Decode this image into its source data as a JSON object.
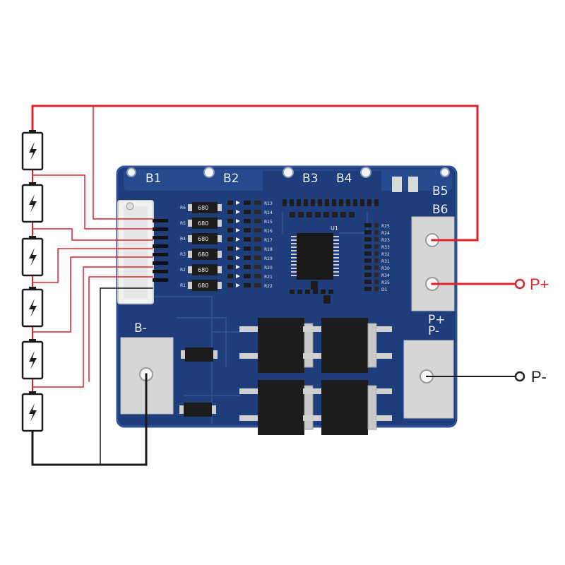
{
  "pads_top": [
    "B1",
    "B2",
    "B3",
    "B4",
    "B5",
    "B6"
  ],
  "pads_bottom": [
    "P+",
    "P-",
    "B-"
  ],
  "terminals": [
    {
      "label": "P+",
      "color": "#d6262c"
    },
    {
      "label": "P-",
      "color": "#222222"
    }
  ],
  "cells": {
    "count": 6,
    "icon": "lightning-bolt-icon"
  },
  "resistor_code": "680",
  "ic_label": "U1",
  "component_labels_left": [
    "R6",
    "R5",
    "R4",
    "R3",
    "R2",
    "R1"
  ],
  "component_labels_mid": [
    "R13",
    "R14",
    "R15",
    "R16",
    "R17",
    "R18",
    "R19",
    "R20",
    "R21",
    "R22"
  ],
  "component_labels_right": [
    "R25",
    "R24",
    "R23",
    "R33",
    "R32",
    "R31",
    "R30",
    "R34",
    "R35",
    "D1"
  ],
  "colors": {
    "board": "#1f3d7a",
    "board_edge": "#284a8c",
    "wire_red": "#e0222a",
    "wire_black": "#1a1a1a",
    "pad_silver": "#d9d9d9",
    "component": "#1c1c1c"
  }
}
